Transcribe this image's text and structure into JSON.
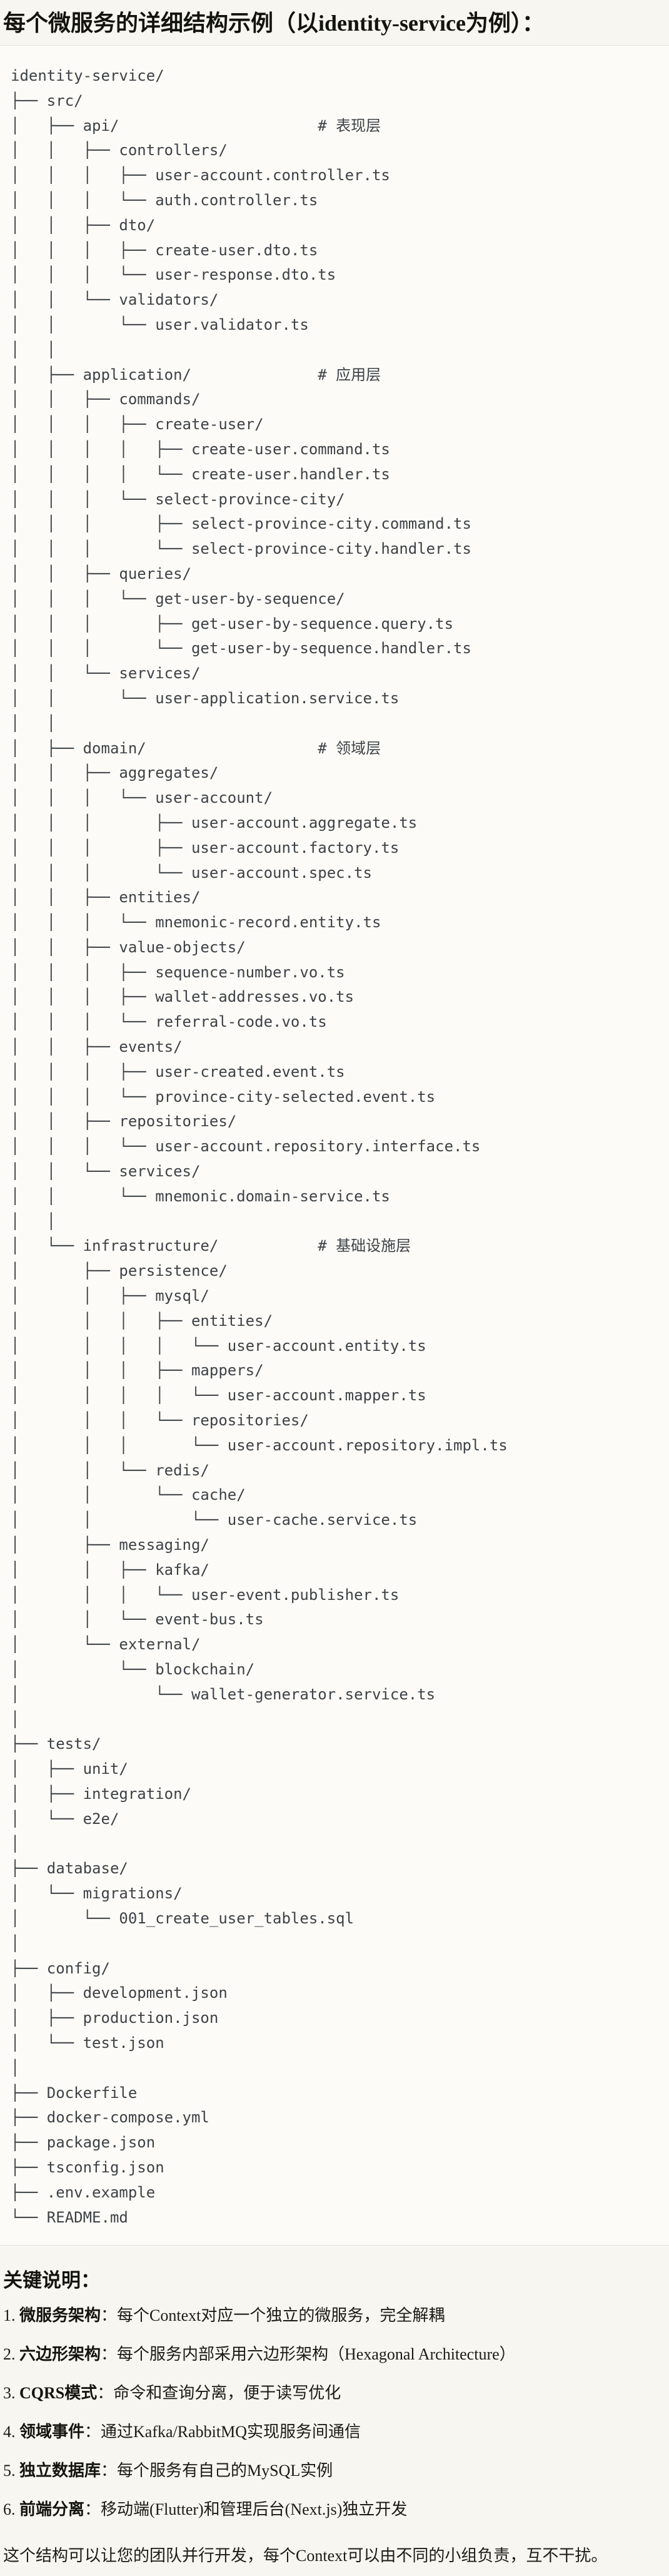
{
  "page": {
    "title": "每个微服务的详细结构示例（以identity-service为例）："
  },
  "tree": {
    "lines": [
      "identity-service/",
      "├── src/",
      "│   ├── api/                      # 表现层",
      "│   │   ├── controllers/",
      "│   │   │   ├── user-account.controller.ts",
      "│   │   │   └── auth.controller.ts",
      "│   │   ├── dto/",
      "│   │   │   ├── create-user.dto.ts",
      "│   │   │   └── user-response.dto.ts",
      "│   │   └── validators/",
      "│   │       └── user.validator.ts",
      "│   │",
      "│   ├── application/              # 应用层",
      "│   │   ├── commands/",
      "│   │   │   ├── create-user/",
      "│   │   │   │   ├── create-user.command.ts",
      "│   │   │   │   └── create-user.handler.ts",
      "│   │   │   └── select-province-city/",
      "│   │   │       ├── select-province-city.command.ts",
      "│   │   │       └── select-province-city.handler.ts",
      "│   │   ├── queries/",
      "│   │   │   └── get-user-by-sequence/",
      "│   │   │       ├── get-user-by-sequence.query.ts",
      "│   │   │       └── get-user-by-sequence.handler.ts",
      "│   │   └── services/",
      "│   │       └── user-application.service.ts",
      "│   │",
      "│   ├── domain/                   # 领域层",
      "│   │   ├── aggregates/",
      "│   │   │   └── user-account/",
      "│   │   │       ├── user-account.aggregate.ts",
      "│   │   │       ├── user-account.factory.ts",
      "│   │   │       └── user-account.spec.ts",
      "│   │   ├── entities/",
      "│   │   │   └── mnemonic-record.entity.ts",
      "│   │   ├── value-objects/",
      "│   │   │   ├── sequence-number.vo.ts",
      "│   │   │   ├── wallet-addresses.vo.ts",
      "│   │   │   └── referral-code.vo.ts",
      "│   │   ├── events/",
      "│   │   │   ├── user-created.event.ts",
      "│   │   │   └── province-city-selected.event.ts",
      "│   │   ├── repositories/",
      "│   │   │   └── user-account.repository.interface.ts",
      "│   │   └── services/",
      "│   │       └── mnemonic.domain-service.ts",
      "│   │",
      "│   └── infrastructure/           # 基础设施层",
      "│       ├── persistence/",
      "│       │   ├── mysql/",
      "│       │   │   ├── entities/",
      "│       │   │   │   └── user-account.entity.ts",
      "│       │   │   ├── mappers/",
      "│       │   │   │   └── user-account.mapper.ts",
      "│       │   │   └── repositories/",
      "│       │   │       └── user-account.repository.impl.ts",
      "│       │   └── redis/",
      "│       │       └── cache/",
      "│       │           └── user-cache.service.ts",
      "│       ├── messaging/",
      "│       │   ├── kafka/",
      "│       │   │   └── user-event.publisher.ts",
      "│       │   └── event-bus.ts",
      "│       └── external/",
      "│           └── blockchain/",
      "│               └── wallet-generator.service.ts",
      "│",
      "├── tests/",
      "│   ├── unit/",
      "│   ├── integration/",
      "│   └── e2e/",
      "│",
      "├── database/",
      "│   └── migrations/",
      "│       └── 001_create_user_tables.sql",
      "│",
      "├── config/",
      "│   ├── development.json",
      "│   ├── production.json",
      "│   └── test.json",
      "│",
      "├── Dockerfile",
      "├── docker-compose.yml",
      "├── package.json",
      "├── tsconfig.json",
      "├── .env.example",
      "└── README.md"
    ]
  },
  "notes": {
    "heading": "关键说明：",
    "items": [
      {
        "num": "1. ",
        "term": "微服务架构",
        "colon": "：",
        "text": "每个Context对应一个独立的微服务，完全解耦"
      },
      {
        "num": "2. ",
        "term": "六边形架构",
        "colon": "：",
        "text": "每个服务内部采用六边形架构（Hexagonal Architecture）"
      },
      {
        "num": "3. ",
        "term": "CQRS模式",
        "colon": "：",
        "text": "命令和查询分离，便于读写优化"
      },
      {
        "num": "4. ",
        "term": "领域事件",
        "colon": "：",
        "text": "通过Kafka/RabbitMQ实现服务间通信"
      },
      {
        "num": "5. ",
        "term": "独立数据库",
        "colon": "：",
        "text": "每个服务有自己的MySQL实例"
      },
      {
        "num": "6. ",
        "term": "前端分离",
        "colon": "：",
        "text": "移动端(Flutter)和管理后台(Next.js)独立开发"
      }
    ],
    "conclusion": "这个结构可以让您的团队并行开发，每个Context可以由不同的小组负责，互不干扰。"
  }
}
